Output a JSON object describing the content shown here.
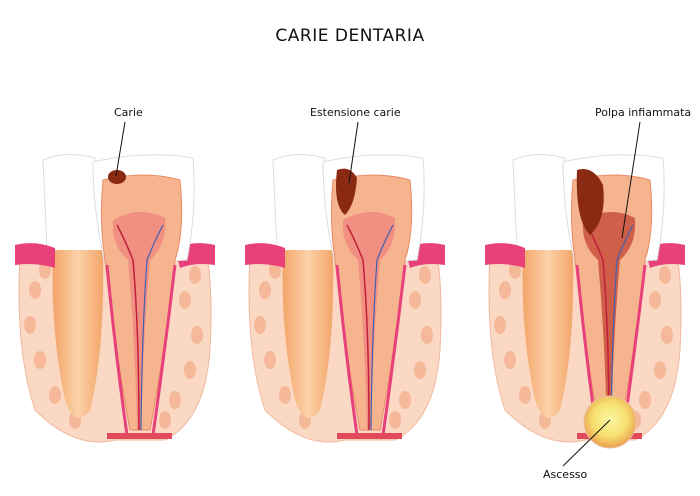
{
  "title": "CARIE DENTARIA",
  "labels": {
    "stage1": "Carie",
    "stage2": "Estensione carie",
    "stage3": "Polpa infiammata",
    "abscess": "Ascesso"
  },
  "colors": {
    "enamel": "#ffffff",
    "dentin": "#f6b48e",
    "pulp": "#f08a80",
    "gum": "#e8407a",
    "bone": "#fbd8c4",
    "caries": "#8a2a12",
    "abscess": "#f6e86a"
  }
}
